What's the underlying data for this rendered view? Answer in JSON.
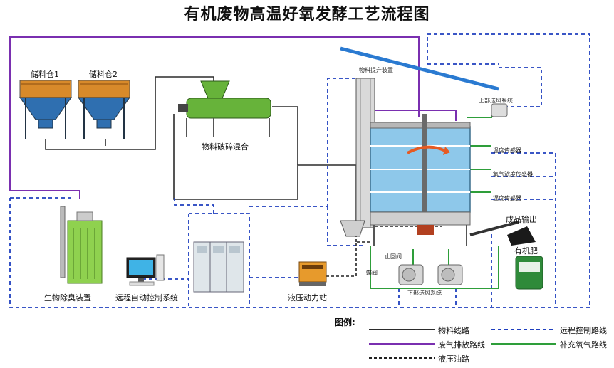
{
  "title": "有机废物高温好氧发酵工艺流程图",
  "labels": {
    "bin1": "储料仓1",
    "bin2": "储料仓2",
    "crusher": "物料破碎混合",
    "biofilter": "生物除臭装置",
    "remote": "远程自动控制系统",
    "hydraulic": "液压动力站",
    "lift": "物料提升装置",
    "top_air": "上部送风系统",
    "temp_sensor": "温度传感器",
    "o2_sensor": "氧气浓度传感器",
    "humid_sensor": "湿度传感器",
    "output": "成品输出",
    "fertilizer": "有机肥",
    "check_valve": "止回阀",
    "gate_valve": "蝶阀",
    "bottom_air": "下部送风系统"
  },
  "legend": {
    "title": "图例:",
    "items": [
      {
        "label": "物料线路",
        "style": "solid",
        "color": "#2b2b2b"
      },
      {
        "label": "远程控制路线",
        "style": "dashed",
        "color": "#1f3fbf"
      },
      {
        "label": "废气排放路线",
        "style": "solid",
        "color": "#7a2fb0"
      },
      {
        "label": "补充氧气路线",
        "style": "solid",
        "color": "#2e9e3a"
      },
      {
        "label": "液压油路",
        "style": "dashed",
        "color": "#222222"
      }
    ]
  },
  "colors": {
    "material": "#2b2b2b",
    "remote": "#1f3fbf",
    "exhaust": "#7a2fb0",
    "oxygen": "#2e9e3a",
    "hydraulic": "#222222",
    "bin": "#2f6fb0",
    "bin_top": "#d88a2a",
    "tank": "#8ec8ea",
    "biofilter": "#8fd14f",
    "crusher": "#67b33a"
  }
}
